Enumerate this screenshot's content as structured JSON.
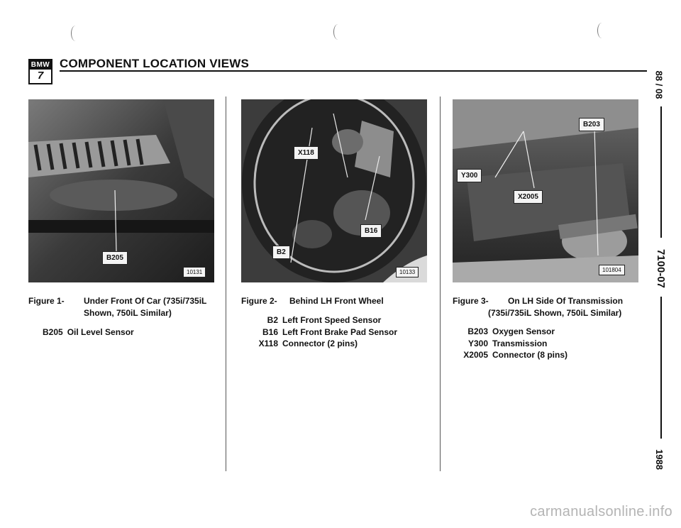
{
  "header": {
    "logo_brand": "BMW",
    "logo_series": "7",
    "title": "COMPONENT LOCATION VIEWS"
  },
  "side": {
    "top": "88 / 08",
    "middle": "7100-07",
    "bottom": "1988"
  },
  "figures": [
    {
      "caption_label": "Figure 1-",
      "caption_lines": [
        "Under Front Of Car (735i/735iL",
        "Shown, 750iL Similar)"
      ],
      "photo_number": "10131",
      "callouts": [
        "B205"
      ],
      "legend": [
        {
          "code": "B205",
          "desc": "Oil Level Sensor"
        }
      ]
    },
    {
      "caption_label": "Figure 2-",
      "caption_lines": [
        "Behind LH Front Wheel"
      ],
      "photo_number": "10133",
      "callouts": [
        "X118",
        "B16",
        "B2"
      ],
      "legend": [
        {
          "code": "B2",
          "desc": "Left Front Speed Sensor"
        },
        {
          "code": "B16",
          "desc": "Left Front Brake Pad Sensor"
        },
        {
          "code": "X118",
          "desc": "Connector (2 pins)"
        }
      ]
    },
    {
      "caption_label": "Figure 3-",
      "caption_lines": [
        "On LH Side Of Transmission",
        "(735i/735iL Shown, 750iL Similar)"
      ],
      "photo_number": "101804",
      "callouts": [
        "B203",
        "Y300",
        "X2005"
      ],
      "legend": [
        {
          "code": "B203",
          "desc": "Oxygen Sensor"
        },
        {
          "code": "Y300",
          "desc": "Transmission"
        },
        {
          "code": "X2005",
          "desc": "Connector (8 pins)"
        }
      ]
    }
  ],
  "footer": {
    "watermark": "carmanualsonline.info"
  }
}
